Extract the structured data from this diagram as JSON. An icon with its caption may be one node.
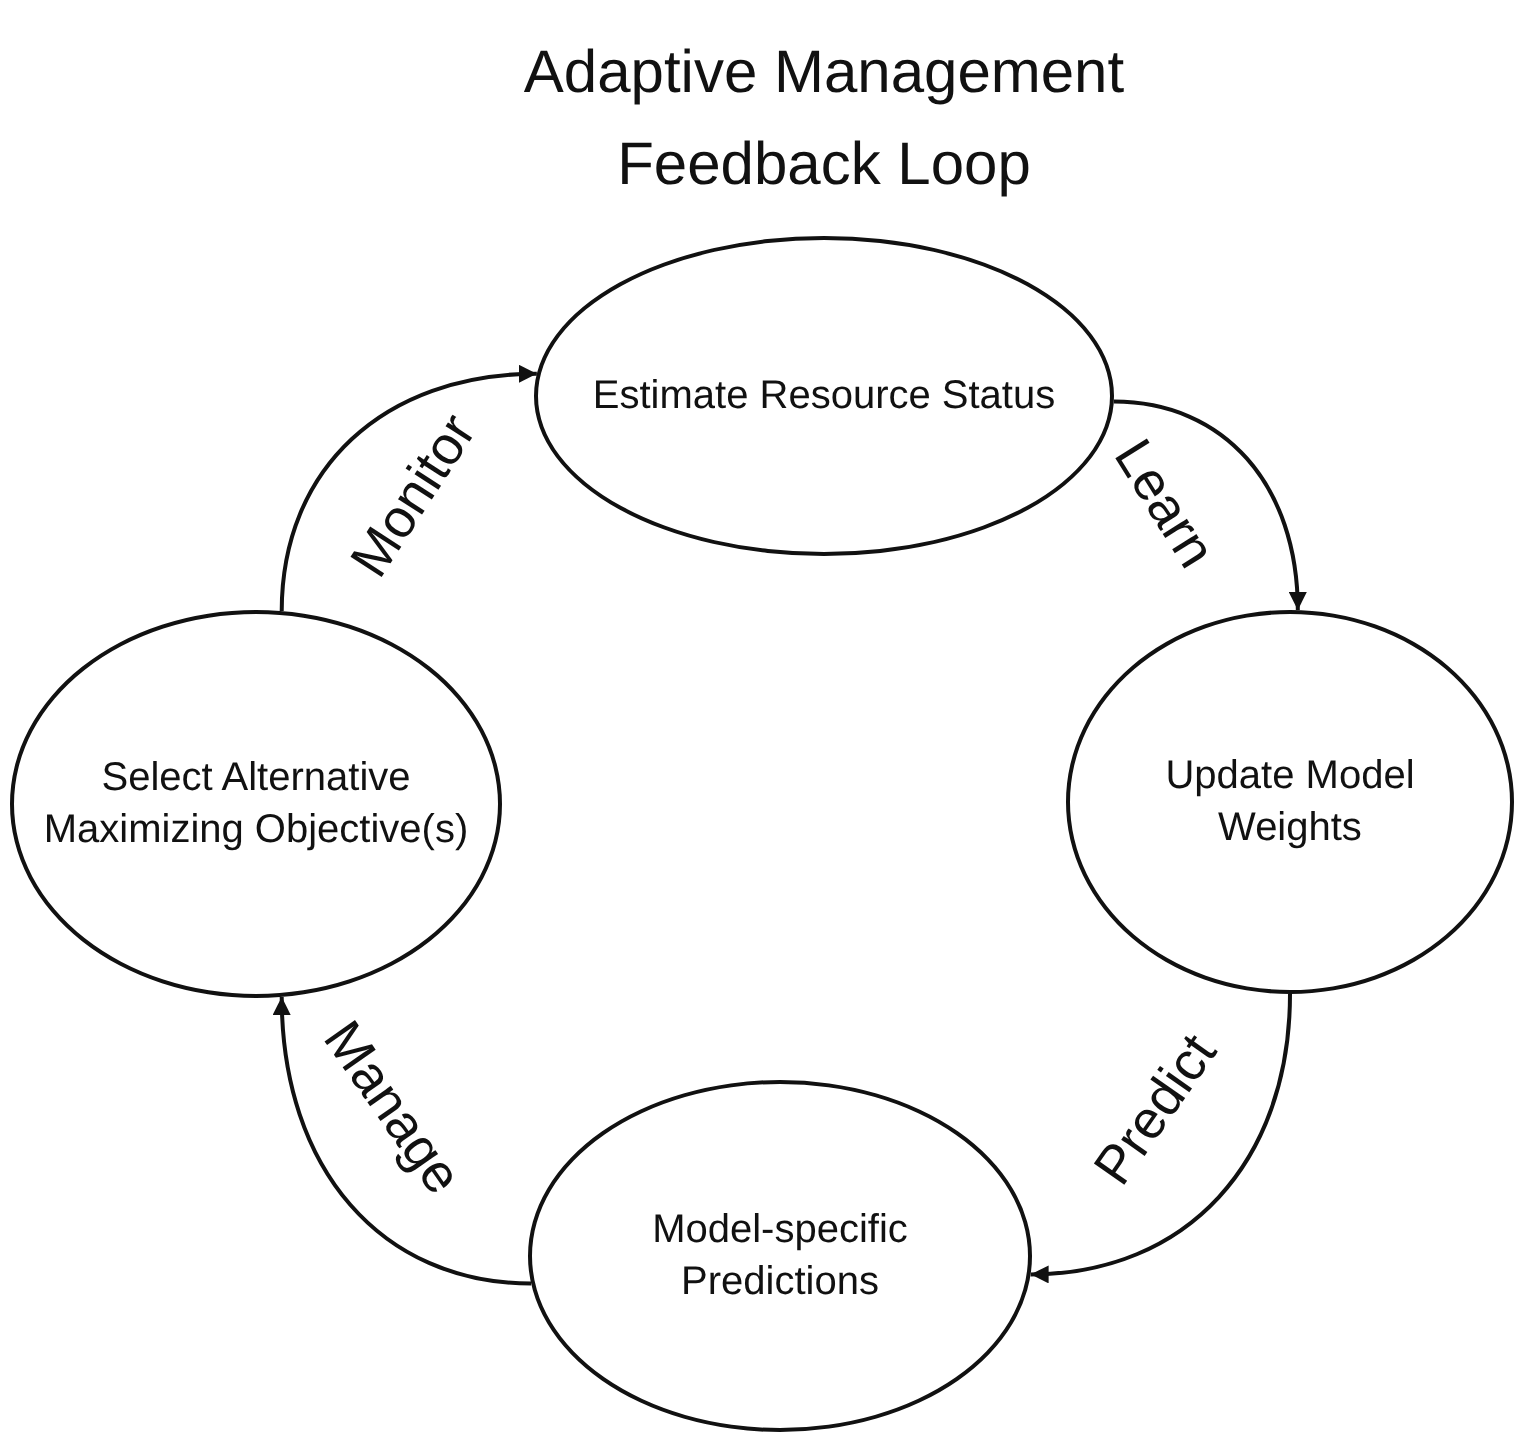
{
  "diagram": {
    "title": "Adaptive Management Feedback Loop",
    "nodes": [
      {
        "text": [
          "Estimate Resource Status"
        ]
      },
      {
        "text": [
          "Update Model Weights"
        ]
      },
      {
        "text": [
          "Model-specific Predictions"
        ]
      },
      {
        "text": [
          "Select Alternative Maximizing Objective(s)"
        ]
      }
    ],
    "edges": [
      {
        "from": 3,
        "to": 0,
        "arrow": "to",
        "label": "Monitor"
      },
      {
        "from": 0,
        "to": 1,
        "arrow": "to",
        "label": "Learn"
      },
      {
        "from": 1,
        "to": 2,
        "arrow": "to",
        "label": "Predict"
      },
      {
        "from": 2,
        "to": 3,
        "arrow": "to",
        "label": "Manage"
      }
    ]
  }
}
